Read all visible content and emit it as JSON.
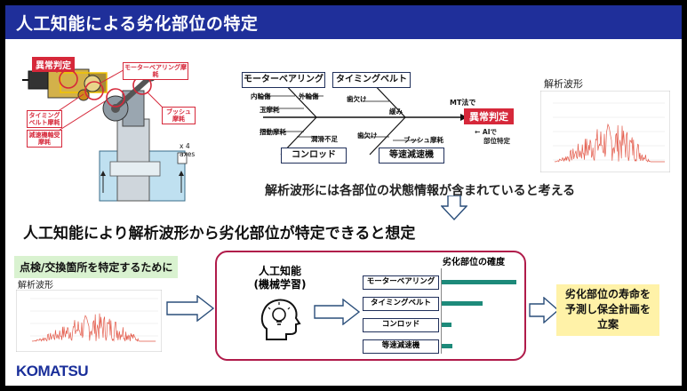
{
  "title": "人工知能による劣化部位の特定",
  "machine": {
    "abnormal_label": "異常判定",
    "callouts": [
      "モーターベアリング摩耗",
      "タイミングベルト摩耗",
      "減速機軸受摩耗",
      "ブッシュ摩耗"
    ],
    "multiplier": "x 4",
    "axes": "axes"
  },
  "fishbone": {
    "boxes": [
      "モーターベアリング",
      "タイミングベルト",
      "コンロッド",
      "等速減速機"
    ],
    "causes": [
      "内輪傷",
      "外輪傷",
      "玉摩耗",
      "歯欠け",
      "緩み",
      "摺動摩耗",
      "潤滑不足",
      "歯欠け",
      "ブッシュ摩耗"
    ],
    "mt_label": "MT法で",
    "abnormal_label": "異常判定",
    "ai_note_lines": [
      "← AIで",
      "部位特定"
    ]
  },
  "waveform_top_label": "解析波形",
  "statement1": "解析波形には各部位の状態情報が含まれていると考える",
  "statement2": "人工知能により解析波形から劣化部位が特定できると想定",
  "bottom": {
    "green_label": "点検/交換箇所を特定するために",
    "waveform_label": "解析波形",
    "ai_title_lines": [
      "人工知能",
      "(機械学習)"
    ],
    "prob_title": "劣化部位の確度",
    "parts": [
      {
        "label": "モーターベアリング",
        "value": 0.95
      },
      {
        "label": "タイミングベルト",
        "value": 0.52
      },
      {
        "label": "コンロッド",
        "value": 0.12
      },
      {
        "label": "等速減速機",
        "value": 0.14
      }
    ],
    "result_lines": [
      "劣化部位の寿命を",
      "予測し保全計画を",
      "立案"
    ]
  },
  "logo": "KOMATSU",
  "colors": {
    "title_bar": "#1f2f9a",
    "red": "#d6283a",
    "bar": "#1d8a7a",
    "result_bg": "#fff2a8",
    "frame": "#b01b4a",
    "green_bg": "#d9f2d0"
  }
}
